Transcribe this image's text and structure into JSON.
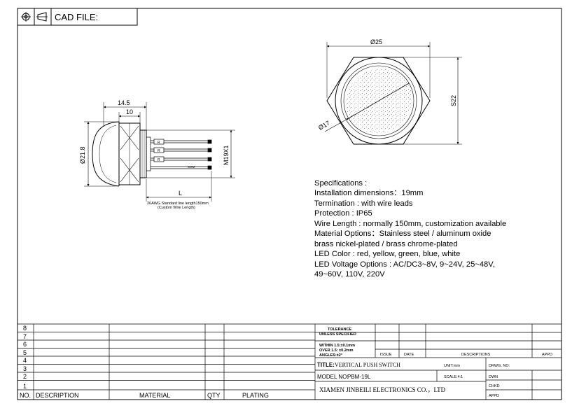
{
  "title_block": {
    "cad_file_label": "CAD FILE:"
  },
  "side_view": {
    "dim_overall": "14.5",
    "dim_body": "10",
    "dim_head_diameter": "Ø21.8",
    "dim_thread": "M19X1",
    "dim_wire_length": "L",
    "wire_labels": [
      "R",
      "R",
      "R",
      "COM"
    ],
    "wire_note_line1": "26AWG Standard line length150mm",
    "wire_note_line2": "(Custom Wire Length)"
  },
  "front_view": {
    "dim_outer": "Ø25",
    "dim_across_flats": "S22",
    "dim_inner": "Ø17"
  },
  "specifications": {
    "heading": "Specifications :",
    "lines": [
      "Installation dimensions：19mm",
      "Termination : with wire leads",
      "Protection : IP65",
      "Wire Length : normally 150mm, customization available",
      "Material Options：Stainless steel / aluminum oxide",
      "brass nickel-plated / brass chrome-plated",
      "LED Color : red, yellow, green, blue, white",
      "LED Voltage Options : AC/DC3~8V, 9~24V, 25~48V,",
      "49~60V,  110V,  220V"
    ]
  },
  "bom": {
    "row_numbers": [
      "8",
      "7",
      "6",
      "5",
      "4",
      "3",
      "2",
      "1"
    ],
    "headers": {
      "no": "NO.",
      "description": "DESCRIPTION",
      "material": "MATERIAL",
      "qty": "QTY",
      "plating": "PLATING"
    }
  },
  "tolerance": {
    "line1": "TOLERANCE",
    "line2": "UNLESS SPECIFIED",
    "line3": "WITHIN 1.5:±0.1mm",
    "line4": "OVER 1.5: ±0.2mm",
    "line5": "ANGLES:±2°"
  },
  "revision": {
    "issue": "ISSUE",
    "date": "DATE",
    "descriptions": "DESCRIPTIONS",
    "appd": "APPD"
  },
  "drawing_info": {
    "title_label": "TITLE:",
    "title_value": "VERTICAL PUSH SWITCH",
    "unit": "UNIT:mm",
    "drwg_no": "DRWG. NO:",
    "model_label": "MODEL NO:",
    "model_value": "PBM-19L",
    "scale": "SCALE:4:1",
    "dwn": "DWN",
    "chkd": "CHKD",
    "company": "XIAMEN JINBEILI ELECTRONICS CO.，LTD",
    "appd": "APPD"
  }
}
